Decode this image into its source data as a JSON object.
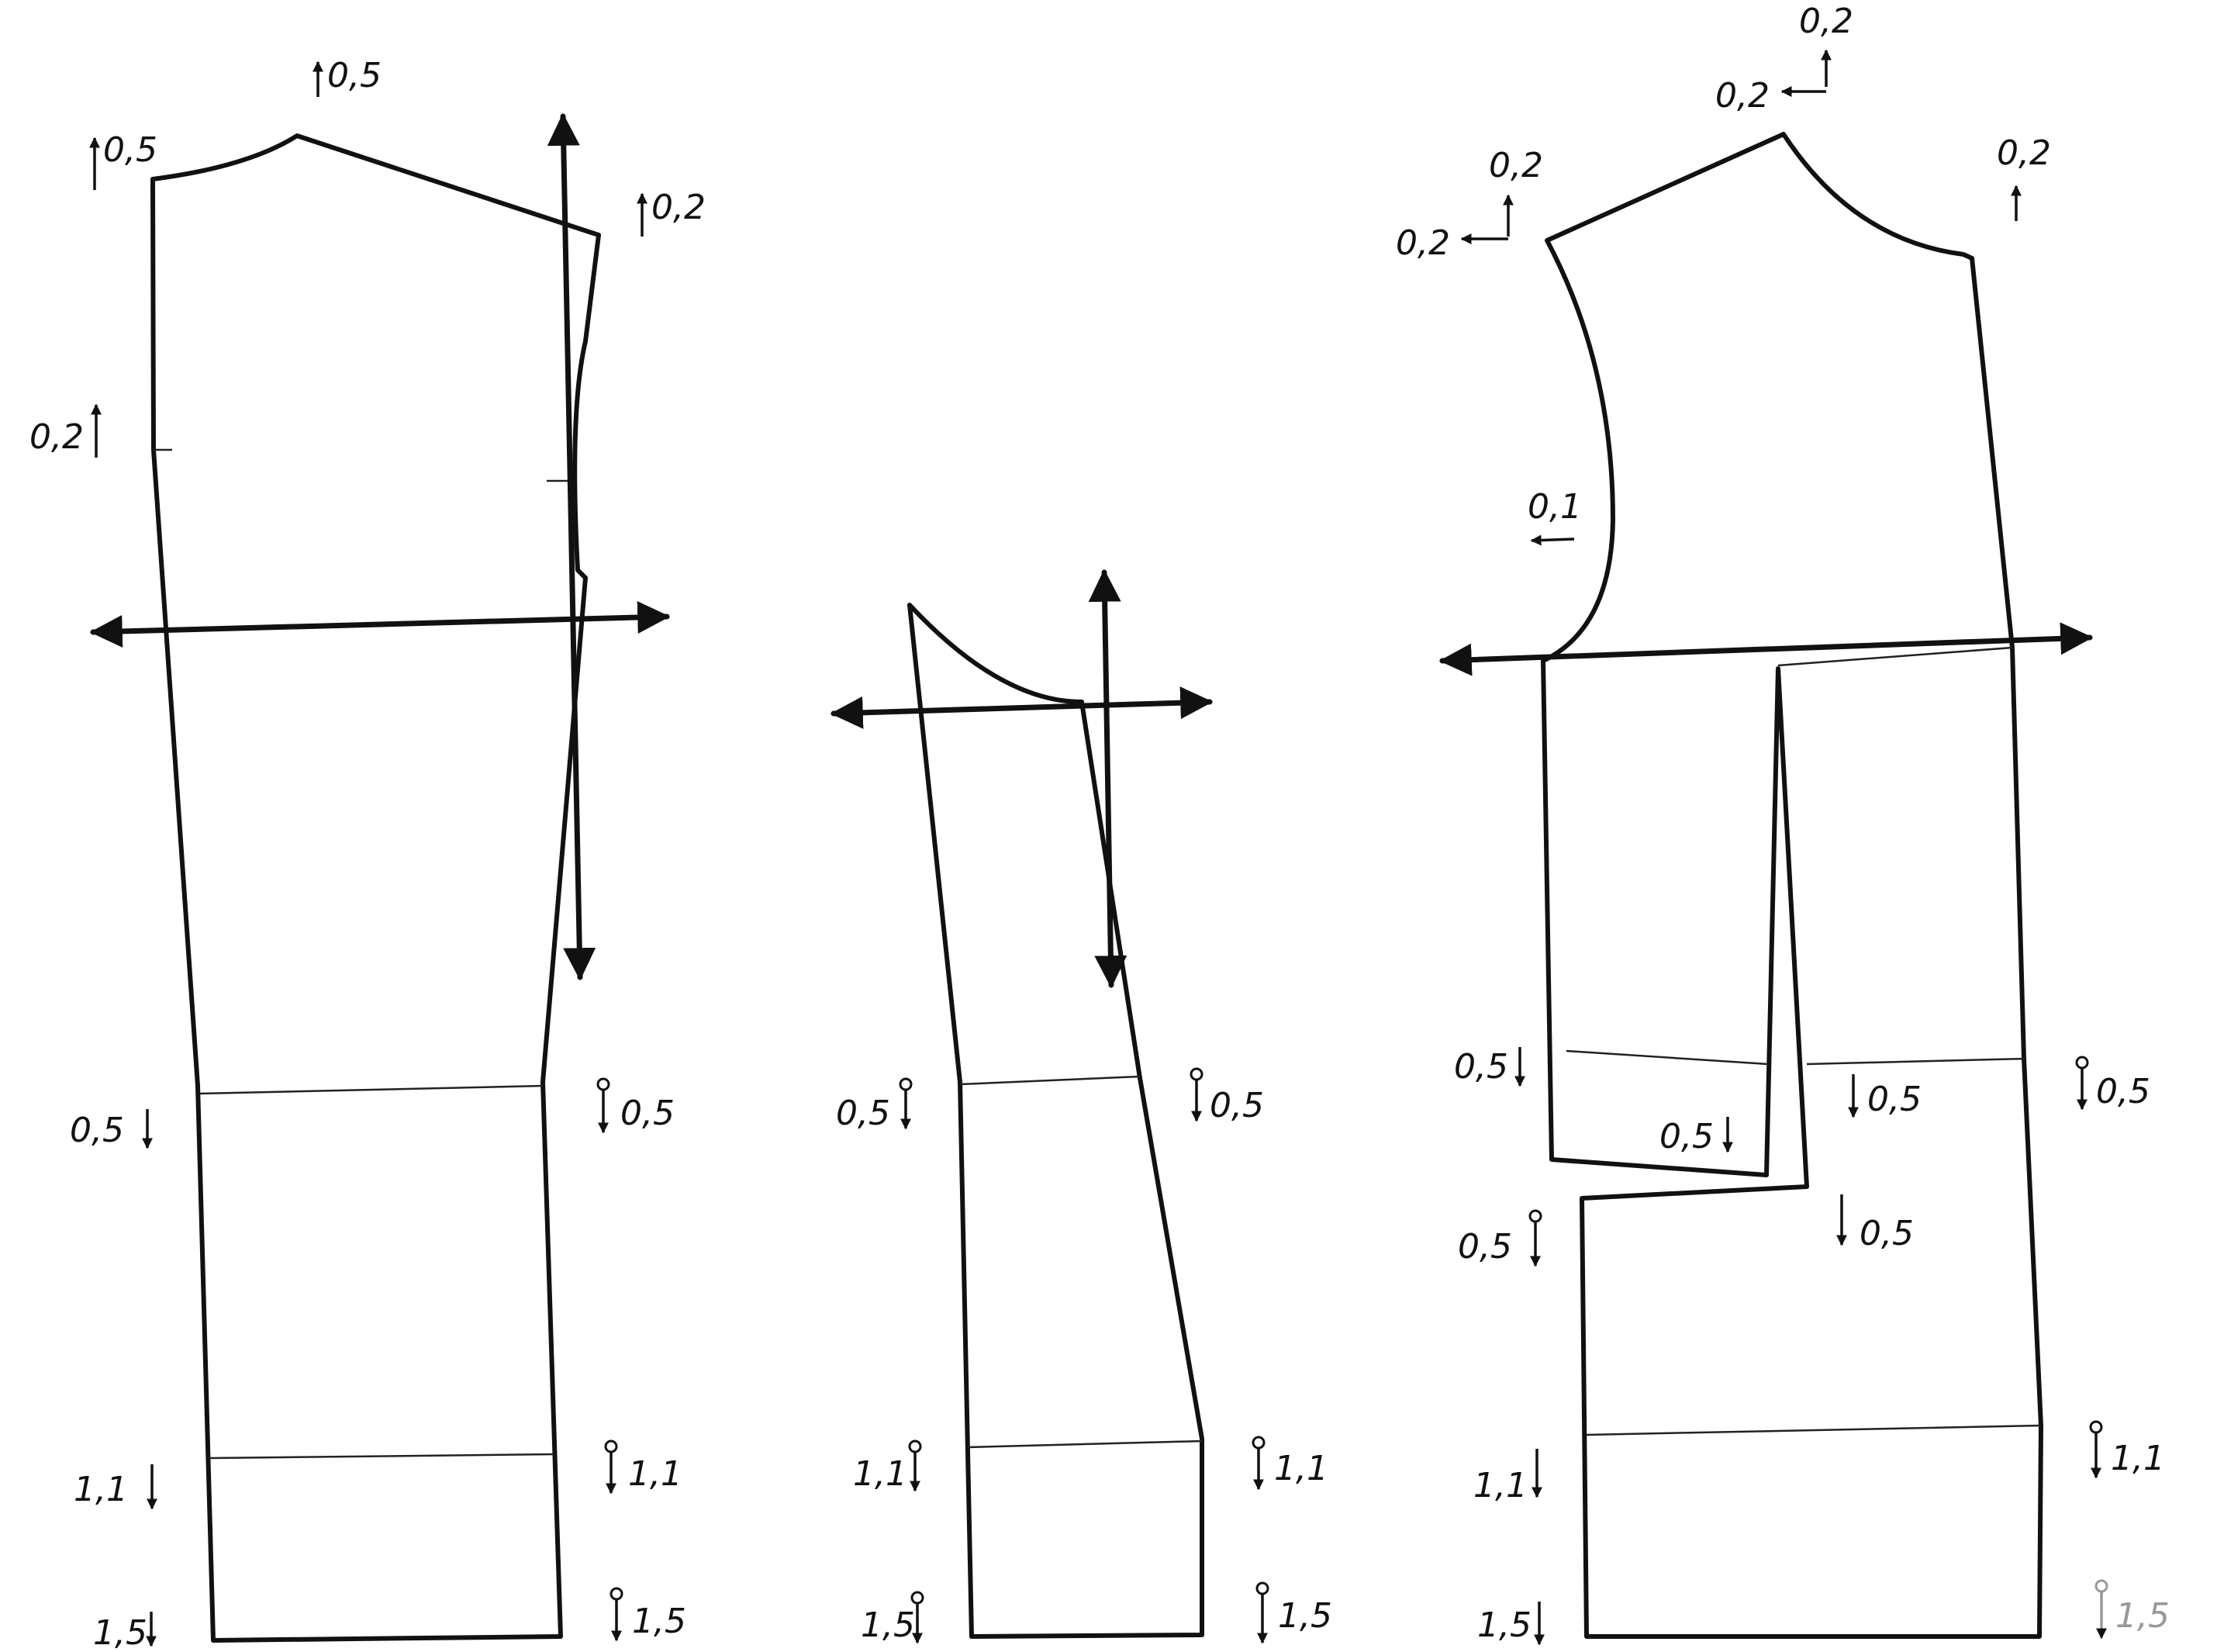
{
  "pieces": [
    {
      "id": "back",
      "labels": {
        "top_center": "0,5",
        "top_left": "0,5",
        "shoulder_right": "0,2",
        "left_side": "0,2",
        "waist_left": "0,5",
        "waist_right": "0,5",
        "hip_left": "1,1",
        "hip_right": "1,1",
        "hem_left": "1,5",
        "hem_right": "1,5"
      }
    },
    {
      "id": "side",
      "labels": {
        "waist_left": "0,5",
        "waist_right": "0,5",
        "hip_left": "1,1",
        "hip_right": "1,1",
        "hem_left": "1,5",
        "hem_right": "1,5"
      }
    },
    {
      "id": "front",
      "labels": {
        "neck_top": "0,2",
        "neck_left": "0,2",
        "shoulder_up": "0,2",
        "shoulder_left": "0,2",
        "right_top": "0,2",
        "armhole": "0,1",
        "waist_left": "0,5",
        "dart_left": "0,5",
        "dart_right": "0,5",
        "waist_right": "0,5",
        "pocket_left": "0,5",
        "pocket_right": "0,5",
        "hip_left": "1,1",
        "hip_right": "1,1",
        "hem_left": "1,5",
        "hem_right": "1,5"
      }
    }
  ],
  "colors": {
    "line": "#111111",
    "paper": "#ffffff",
    "faded": "#999999"
  }
}
